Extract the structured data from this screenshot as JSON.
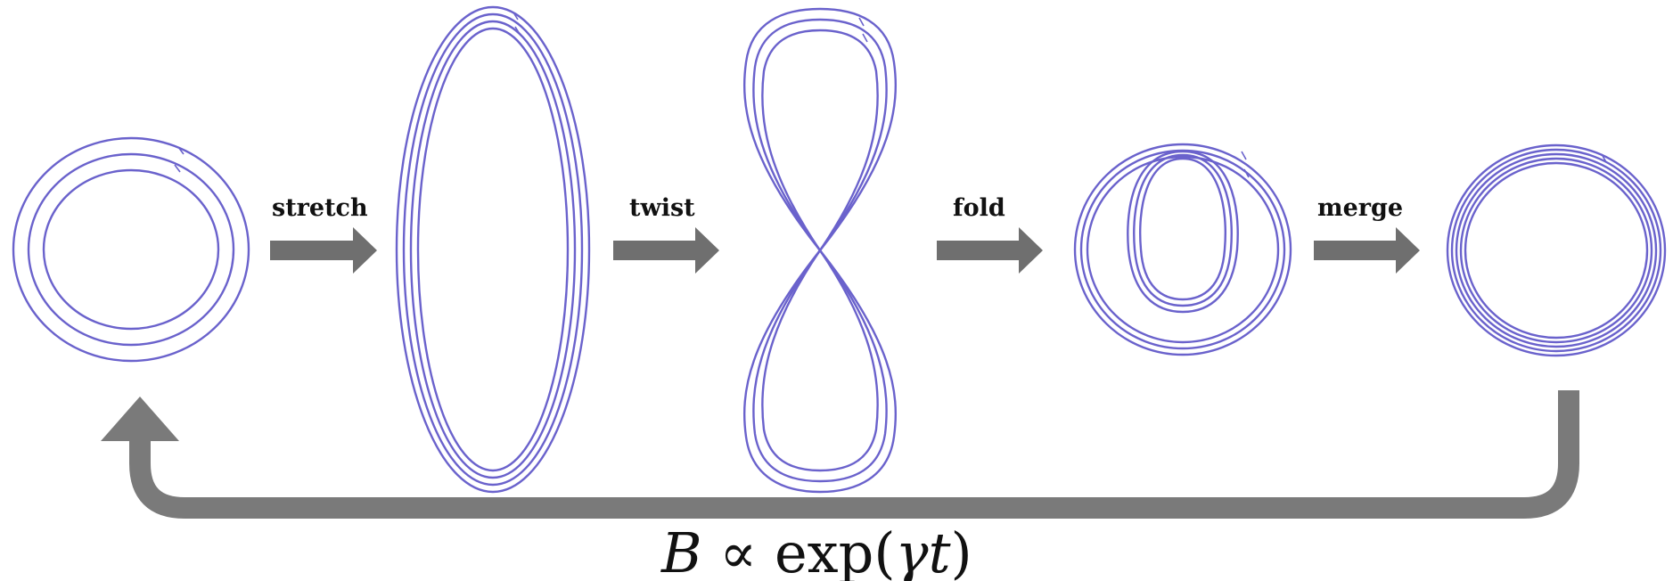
{
  "steps": [
    {
      "label": "stretch"
    },
    {
      "label": "twist"
    },
    {
      "label": "fold"
    },
    {
      "label": "merge"
    }
  ],
  "formula": {
    "lhs": "B",
    "relation": "∝",
    "func": "exp",
    "open": "(",
    "gamma": "γ",
    "t": "t",
    "close": ")"
  },
  "colors": {
    "loop": "#6a62cc",
    "arrow": "#6f6f6f",
    "return_arrow": "#7a7a7a"
  }
}
